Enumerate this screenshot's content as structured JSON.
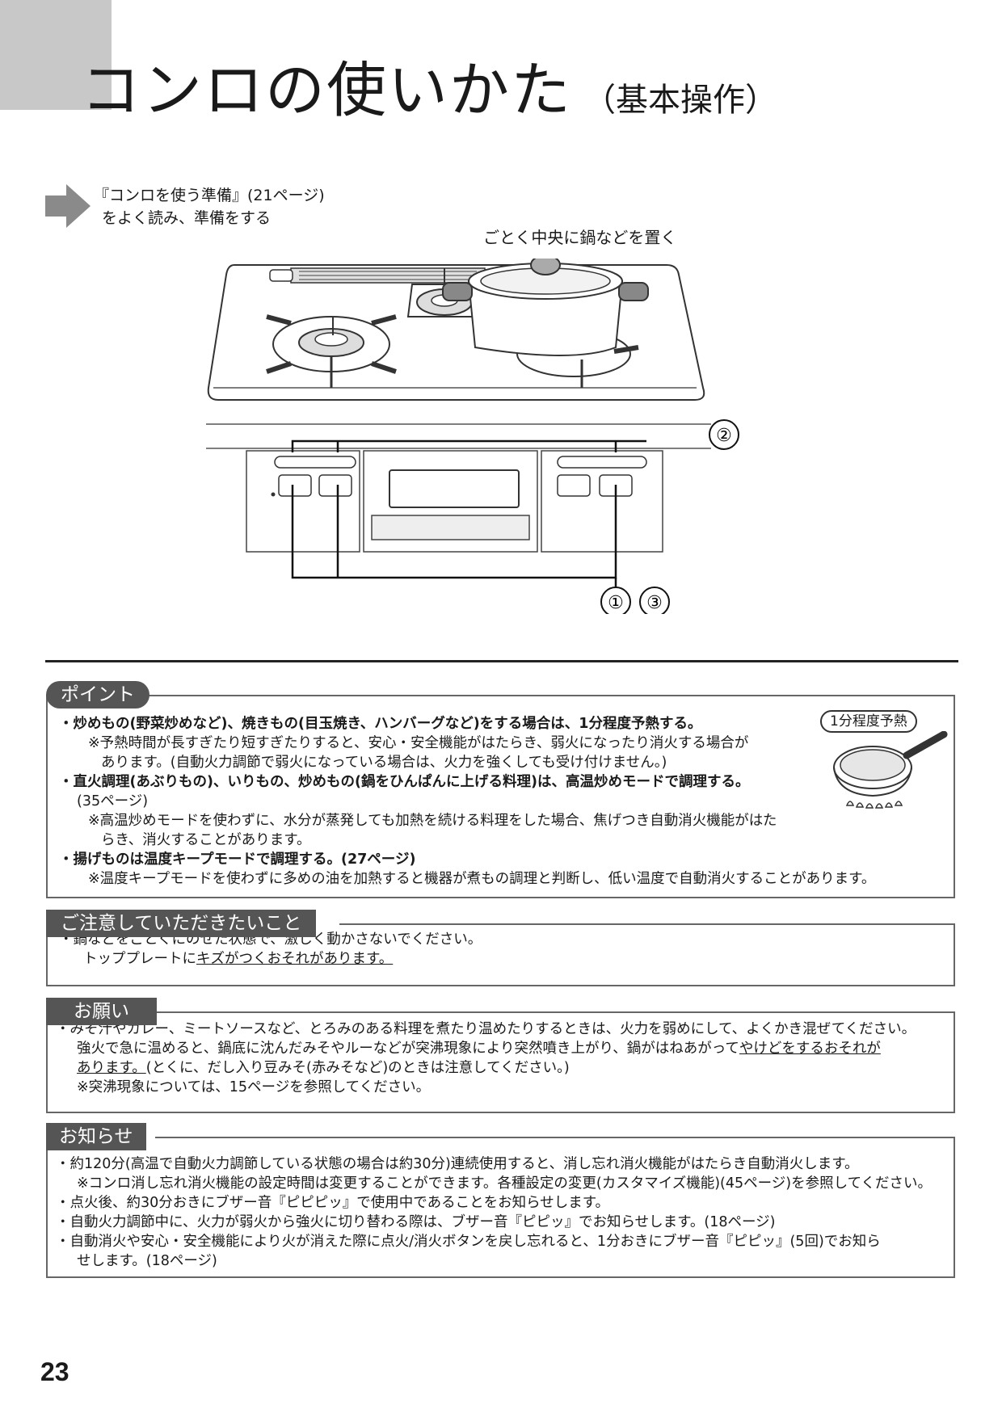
{
  "header": {
    "title": "コンロの使いかた",
    "subtitle": "（基本操作）"
  },
  "prep": {
    "line1": "『コンロを使う準備』(21ページ)",
    "line2": "をよく読み、準備をする"
  },
  "diagram": {
    "pot_label": "ごとく中央に鍋などを置く",
    "callout_2": "②",
    "callout_1": "①",
    "callout_3": "③"
  },
  "point": {
    "tab": "ポイント",
    "badge": "1分程度予熱",
    "l1": "・炒めもの(野菜炒めなど)、焼きもの(目玉焼き、ハンバーグなど)をする場合は、1分程度予熱する。",
    "l2": "※予熱時間が長すぎたり短すぎたりすると、安心・安全機能がはたらき、弱火になったり消火する場合が",
    "l3": "あります。(自動火力調節で弱火になっている場合は、火力を強くしても受け付けません。)",
    "l4": "・直火調理(あぶりもの)、いりもの、炒めもの(鍋をひんぱんに上げる料理)は、高温炒めモードで調理する。",
    "l5": "(35ページ)",
    "l6": "※高温炒めモードを使わずに、水分が蒸発しても加熱を続ける料理をした場合、焦げつき自動消火機能がはた",
    "l7": "らき、消火することがあります。",
    "l8": "・揚げものは温度キープモードで調理する。(27ページ)",
    "l9": "※温度キープモードを使わずに多めの油を加熱すると機器が煮もの調理と判断し、低い温度で自動消火することがあります。"
  },
  "caution": {
    "tab": "ご注意していただきたいこと",
    "l1": "・鍋などをごとくにのせた状態で、激しく動かさないでください。",
    "l2a": "トッププレートに",
    "l2b": "キズがつくおそれがあります。"
  },
  "request": {
    "tab": "お願い",
    "l1": "・みそ汁やカレー、ミートソースなど、とろみのある料理を煮たり温めたりするときは、火力を弱めにして、よくかき混ぜてください。",
    "l2a": "強火で急に温めると、鍋底に沈んだみそやルーなどが突沸現象により突然噴き上がり、鍋がはねあがって",
    "l2b": "やけどをするおそれが",
    "l3a": "あります。",
    "l3b": "(とくに、だし入り豆みそ(赤みそなど)のときは注意してください。)",
    "l4": "※突沸現象については、15ページを参照してください。"
  },
  "notice": {
    "tab": "お知らせ",
    "l1": "・約120分(高温で自動火力調節している状態の場合は約30分)連続使用すると、消し忘れ消火機能がはたらき自動消火します。",
    "l2": "※コンロ消し忘れ消火機能の設定時間は変更することができます。各種設定の変更(カスタマイズ機能)(45ページ)を参照してください。",
    "l3": "・点火後、約30分おきにブザー音『ピピピッ』で使用中であることをお知らせします。",
    "l4": "・自動火力調節中に、火力が弱火から強火に切り替わる際は、ブザー音『ピピッ』でお知らせします。(18ページ)",
    "l5": "・自動消火や安心・安全機能により火が消えた際に点火/消火ボタンを戻し忘れると、1分おきにブザー音『ピピッ』(5回)でお知ら",
    "l6": "せします。(18ページ)"
  },
  "footer": {
    "page_number": "23"
  }
}
